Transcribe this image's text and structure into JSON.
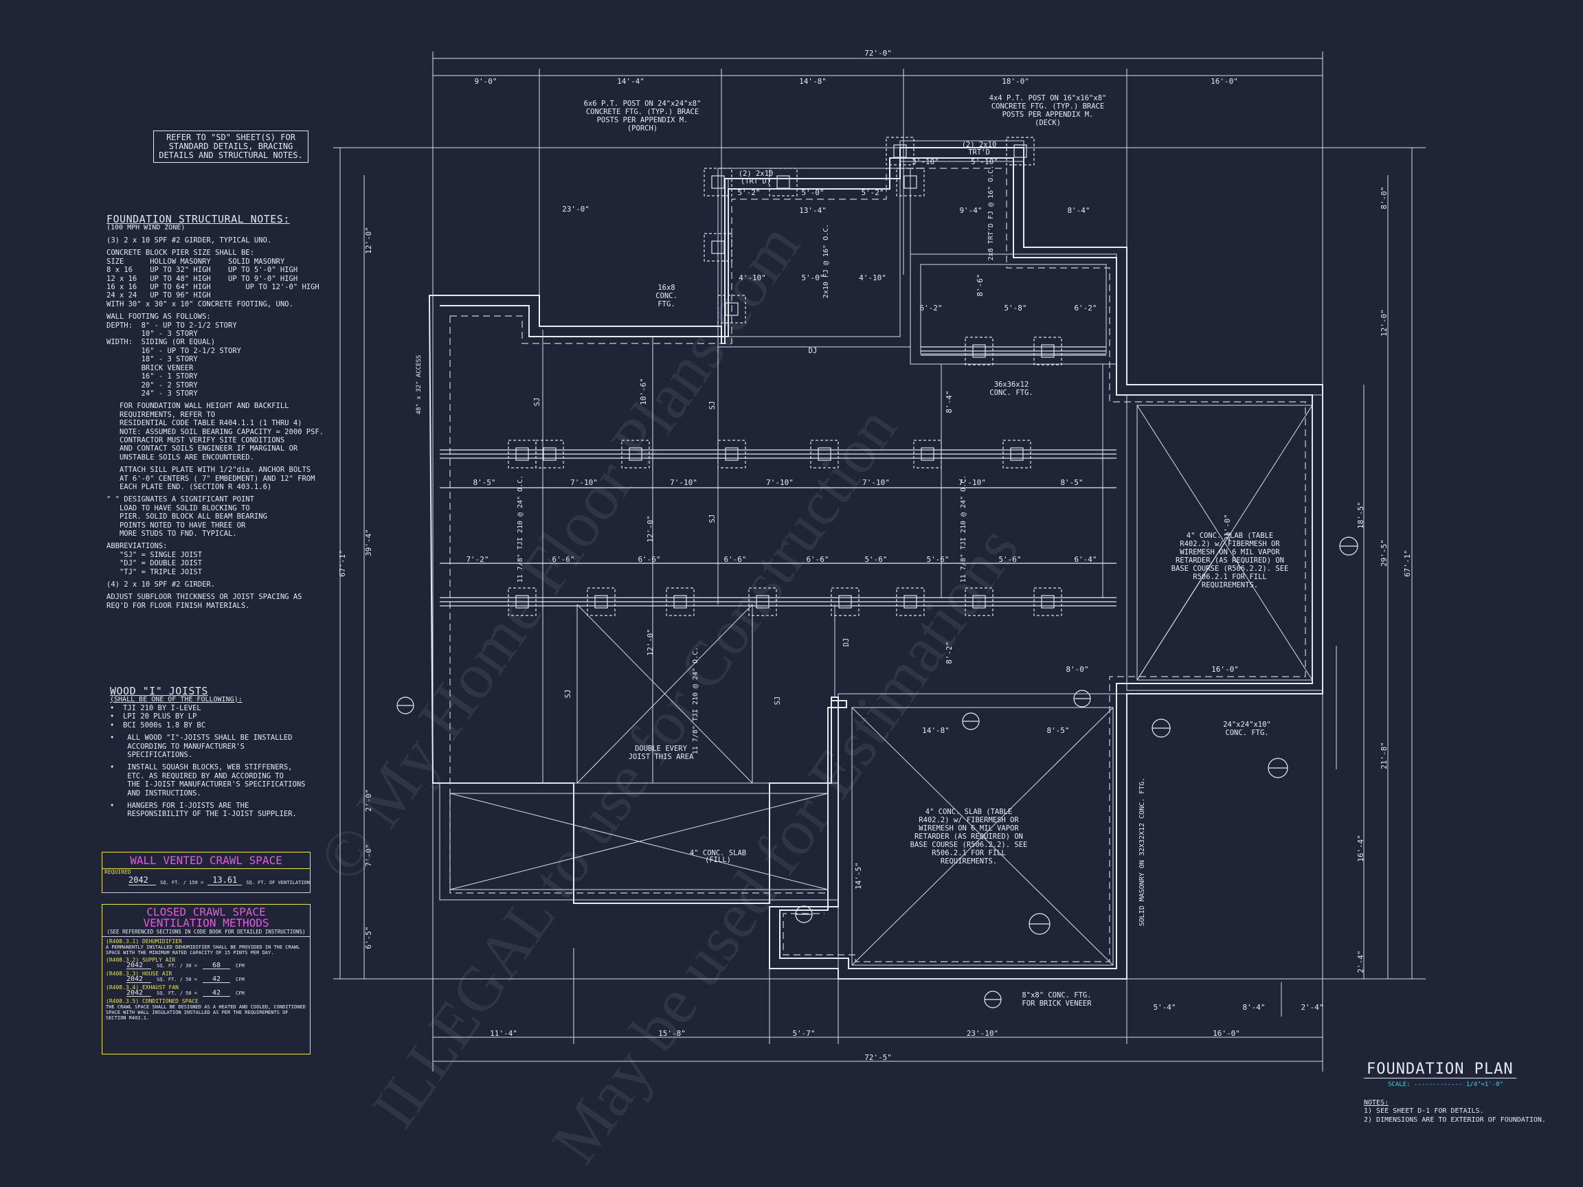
{
  "title_block": {
    "title": "FOUNDATION PLAN",
    "scale_label": "SCALE:",
    "scale_value": "1/4\"=1'-0\"",
    "notes_heading": "NOTES:",
    "notes": [
      "1) SEE SHEET D-1 FOR DETAILS.",
      "2) DIMENSIONS ARE TO EXTERIOR OF FOUNDATION."
    ]
  },
  "refer_note": [
    "REFER TO \"SD\" SHEET(S) FOR",
    "STANDARD DETAILS, BRACING",
    "DETAILS AND STRUCTURAL NOTES."
  ],
  "structural_notes": {
    "heading": "FOUNDATION STRUCTURAL NOTES:",
    "sub": "(100 MPH WIND ZONE)",
    "lines": [
      "(3) 2 x 10 SPF #2 GIRDER, TYPICAL UNO.",
      "",
      "CONCRETE BLOCK PIER SIZE SHALL BE:",
      "SIZE      HOLLOW MASONRY    SOLID MASONRY",
      "8 x 16    UP TO 32\" HIGH    UP TO 5'-0\" HIGH",
      "12 x 16   UP TO 48\" HIGH    UP TO 9'-0\" HIGH",
      "16 x 16   UP TO 64\" HIGH        UP TO 12'-0\" HIGH",
      "24 x 24   UP TO 96\" HIGH",
      "WITH 30\" x 30\" x 10\" CONCRETE FOOTING, UNO.",
      "",
      "WALL FOOTING AS FOLLOWS:",
      "DEPTH:  8\" - UP TO 2-1/2 STORY",
      "        10\" - 3 STORY",
      "WIDTH:  SIDING (OR EQUAL)",
      "        16\" - UP TO 2-1/2 STORY",
      "        18\" - 3 STORY",
      "        BRICK VENEER",
      "        16\" - 1 STORY",
      "        20\" - 2 STORY",
      "        24\" - 3 STORY",
      "",
      "   FOR FOUNDATION WALL HEIGHT AND BACKFILL",
      "   REQUIREMENTS, REFER TO",
      "   RESIDENTIAL CODE TABLE R404.1.1 (1 THRU 4)",
      "   NOTE: ASSUMED SOIL BEARING CAPACITY = 2000 PSF.",
      "   CONTRACTOR MUST VERIFY SITE CONDITIONS",
      "   AND CONTACT SOILS ENGINEER IF MARGINAL OR",
      "   UNSTABLE SOILS ARE ENCOUNTERED.",
      "",
      "   ATTACH SILL PLATE WITH 1/2\"dia. ANCHOR BOLTS",
      "   AT 6'-0\" CENTERS ( 7\" EMBEDMENT) AND 12\" FROM",
      "   EACH PLATE END. (SECTION R 403.1.6)",
      "",
      "\" \" DESIGNATES A SIGNIFICANT POINT",
      "   LOAD TO HAVE SOLID BLOCKING TO",
      "   PIER. SOLID BLOCK ALL BEAM BEARING",
      "   POINTS NOTED TO HAVE THREE OR",
      "   MORE STUDS TO FND. TYPICAL.",
      "",
      "ABBREVIATIONS:",
      "   \"SJ\" = SINGLE JOIST",
      "   \"DJ\" = DOUBLE JOIST",
      "   \"TJ\" = TRIPLE JOIST",
      "",
      "(4) 2 x 10 SPF #2 GIRDER.",
      "",
      "ADJUST SUBFLOOR THICKNESS OR JOIST SPACING AS",
      "REQ'D FOR FLOOR FINISH MATERIALS."
    ]
  },
  "joists": {
    "heading": "WOOD \"I\" JOISTS",
    "sub": "(SHALL BE ONE OF THE FOLLOWING):",
    "lines": [
      "•  TJI 210 BY I-LEVEL",
      "•  LPI 20 PLUS BY LP",
      "•  BCI 5000s 1.8 BY BC",
      "",
      "•   ALL WOOD \"I\"-JOISTS SHALL BE INSTALLED",
      "    ACCORDING TO MANUFACTURER'S",
      "    SPECIFICATIONS.",
      "",
      "•   INSTALL SQUASH BLOCKS, WEB STIFFENERS,",
      "    ETC. AS REQUIRED BY AND ACCORDING TO",
      "    THE I-JOIST MANUFACTURER'S SPECIFICATIONS",
      "    AND INSTRUCTIONS.",
      "",
      "•   HANGERS FOR I-JOISTS ARE THE",
      "    RESPONSIBILITY OF THE I-JOIST SUPPLIER."
    ]
  },
  "vented": {
    "title": "WALL VENTED CRAWL SPACE",
    "required": "REQUIRED",
    "area": "2042",
    "unit1": "SQ. FT. / 150 =",
    "vent": "13.61",
    "unit2": "SQ. FT. OF VENTILATION"
  },
  "closed": {
    "title1": "CLOSED CRAWL SPACE",
    "title2": "VENTILATION METHODS",
    "sub": "(SEE REFERENCED SECTIONS IN CODE BOOK FOR DETAILED INSTRUCTIONS)",
    "dehum_head": "(R408.3.1) DEHUMIDIFIER",
    "dehum_text": "A PERMANENTLY INSTALLED DEHUMIDIFIER SHALL BE PROVIDED IN THE CRAWL SPACE WITH THE MINIMUM RATED CAPACITY OF 15 PINTS PER DAY.",
    "supply_head": "(R408.3.2) SUPPLY AIR",
    "supply_area": "2042",
    "supply_div": "SQ. FT. / 30 =",
    "supply_val": "68",
    "supply_unit": "CFM",
    "house_head": "(R408.3.3) HOUSE AIR",
    "house_area": "2042",
    "house_div": "SQ. FT. / 50 =",
    "house_val": "42",
    "house_unit": "CFM",
    "exhaust_head": "(R408.3.4) EXHAUST FAN",
    "exhaust_area": "2042",
    "exhaust_div": "SQ. FT. / 50 =",
    "exhaust_val": "42",
    "exhaust_unit": "CFM",
    "cond_head": "(R408.3.5) CONDITIONED SPACE",
    "cond_text": "THE CRAWL SPACE SHALL BE DESIGNED AS A HEATED AND COOLED, CONDITIONED SPACE WITH WALL INSULATION INSTALLED AS PER THE REQUIREMENTS OF SECTION R402.1."
  },
  "plan": {
    "dims_top_total": "72'-0\"",
    "dims_top": [
      "9'-0\"",
      "14'-4\"",
      "14'-8\"",
      "18'-0\"",
      "16'-0\""
    ],
    "dims_bottom_total": "72'-5\"",
    "dims_bottom": [
      "11'-4\"",
      "15'-8\"",
      "5'-7\"",
      "23'-10\"",
      "16'-0\""
    ],
    "dims_left_total": "67'-1\"",
    "dims_left": [
      "12'-0\"",
      "39'-4\"",
      "2'-0\"",
      "7'-0\"",
      "6'-5\""
    ],
    "dims_right_total": "67'-1\"",
    "dims_right": [
      "8'-0\"",
      "12'-0\"",
      "18'-5\"",
      "29'-5\"",
      "21'-8\"",
      "16'-4\"",
      "2'-4\""
    ],
    "inner_dims": [
      "23'-0\"",
      "13'-4\"",
      "9'-4\"",
      "8'-4\"",
      "8'-5\"",
      "7'-10\"",
      "7'-10\"",
      "7'-10\"",
      "7'-10\"",
      "7'-10\"",
      "8'-5\"",
      "7'-2\"",
      "6'-6\"",
      "6'-6\"",
      "6'-6\"",
      "6'-6\"",
      "5'-6\"",
      "5'-6\"",
      "5'-6\"",
      "6'-4\"",
      "10'-6\"",
      "12'-0\"",
      "12'-0\"",
      "8'-4\"",
      "8'-2\"",
      "8'-6\"",
      "6'-2\"",
      "5'-8\"",
      "6'-2\"",
      "4'-10\"",
      "5'-0\"",
      "4'-10\"",
      "5'-2\"",
      "5'-0\"",
      "5'-2\"",
      "3'-10\"",
      "5'-10\"",
      "14'-8\"",
      "8'-5\"",
      "8'-0\"",
      "16'-0\"",
      "5'-4\"",
      "8'-4\"",
      "2'-4\"",
      "21'-0\"",
      "14'-5\""
    ],
    "callouts": {
      "porch_post": [
        "6x6 P.T. POST ON 24\"x24\"x8\"",
        "CONCRETE FTG. (TYP.) BRACE",
        "POSTS PER APPENDIX M.",
        "(PORCH)"
      ],
      "deck_post": [
        "4x4 P.T. POST ON 16\"x16\"x8\"",
        "CONCRETE FTG. (TYP.) BRACE",
        "POSTS PER APPENDIX M.",
        "(DECK)"
      ],
      "trtd1": [
        "(2) 2x10",
        "(TRT'D)"
      ],
      "trtd2": [
        "(2) 2x10",
        "TRT'D"
      ],
      "conc_ftg": [
        "16x8",
        "CONC.",
        "FTG."
      ],
      "conc_ftg36": [
        "36x36x12",
        "CONC. FTG."
      ],
      "slab_right": [
        "4\" CONC. SLAB (TABLE",
        "R402.2) w/ FIBERMESH OR",
        "WIREMESH ON 6 MIL VAPOR",
        "RETARDER (AS REQUIRED) ON",
        "BASE COURSE (R506.2.2). SEE",
        "R506.2.1 FOR FILL",
        "REQUIREMENTS."
      ],
      "slab_mid": [
        "4\" CONC. SLAB (TABLE",
        "R402.2) w/ FIBERMESH OR",
        "WIREMESH ON 6 MIL VAPOR",
        "RETARDER (AS REQUIRED) ON",
        "BASE COURSE (R506.2.2). SEE",
        "R506.2.1 FOR FILL",
        "REQUIREMENTS."
      ],
      "double_joist": [
        "DOUBLE EVERY",
        "JOIST THIS AREA"
      ],
      "ftg_24": [
        "24\"x24\"x10\"",
        "CONC. FTG."
      ],
      "brick_ftg": [
        "8\"x8\" CONC. FTG.",
        "FOR BRICK VENEER"
      ],
      "solid_masonry": "SOLID MASONRY ON 32X32X12 CONC. FTG.",
      "slab_small": [
        "4\" CONC. SLAB",
        "(FILL)"
      ],
      "joist_label1": "2x10 FJ @ 16\" O.C.",
      "joist_label2": "2x8 TRT'D FJ @ 16\" O.C.",
      "joist_label3": "11 7/8\" TJI 210 @ 24\" O.C.",
      "joist_label4": "11 7/8\" TJI 210 @ 24\" O.C.",
      "joist_label5": "11 7/8\" TJI 210 @ 24\" O.C.",
      "side_note": "48\" x 32\" ACCESS",
      "dj": "DJ",
      "sj": "SJ"
    }
  },
  "watermark": [
    "© My Home Floor Plans.com",
    "ILLEGAL to use for Construction",
    "May be used for Estimations"
  ]
}
